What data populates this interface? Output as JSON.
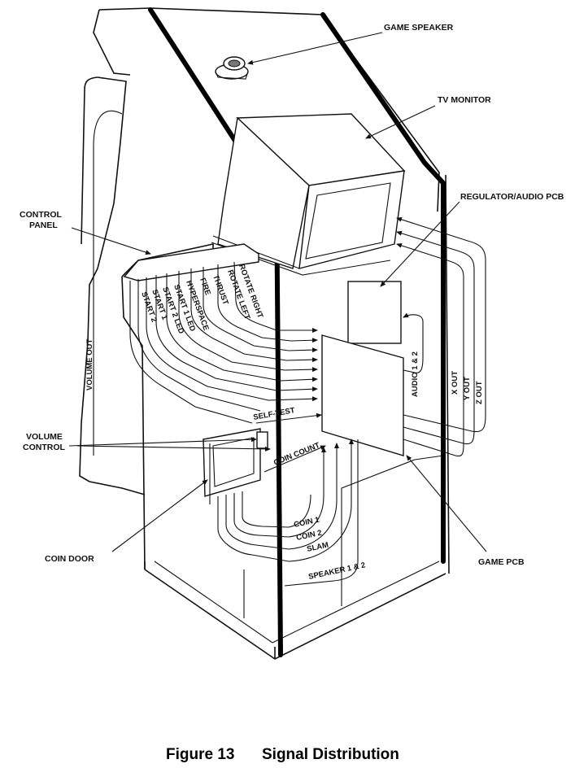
{
  "figure": {
    "caption_number": "Figure 13",
    "caption_title": "Signal Distribution"
  },
  "callouts": {
    "game_speaker": "GAME SPEAKER",
    "tv_monitor": "TV MONITOR",
    "regulator_audio_pcb": "REGULATOR/AUDIO PCB",
    "control_panel_line1": "CONTROL",
    "control_panel_line2": "PANEL",
    "volume_control_line1": "VOLUME",
    "volume_control_line2": "CONTROL",
    "coin_door": "COIN DOOR",
    "game_pcb": "GAME PCB"
  },
  "control_panel_wires": [
    "START 2",
    "START 1",
    "START 2 LED",
    "START 1 LED",
    "HYPERSPACE",
    "FIRE",
    "THRUST",
    "ROTATE LEFT",
    "ROTATE RIGHT"
  ],
  "signal_labels": {
    "volume_out": "VOLUME OUT",
    "self_test": "SELF-TEST",
    "coin_count": "COIN COUNT",
    "audio": "AUDIO 1 & 2",
    "x_out": "X OUT",
    "y_out": "Y OUT",
    "z_out": "Z OUT",
    "coin_1": "COIN 1",
    "coin_2": "COIN 2",
    "slam": "SLAM",
    "speaker": "SPEAKER 1 & 2"
  }
}
